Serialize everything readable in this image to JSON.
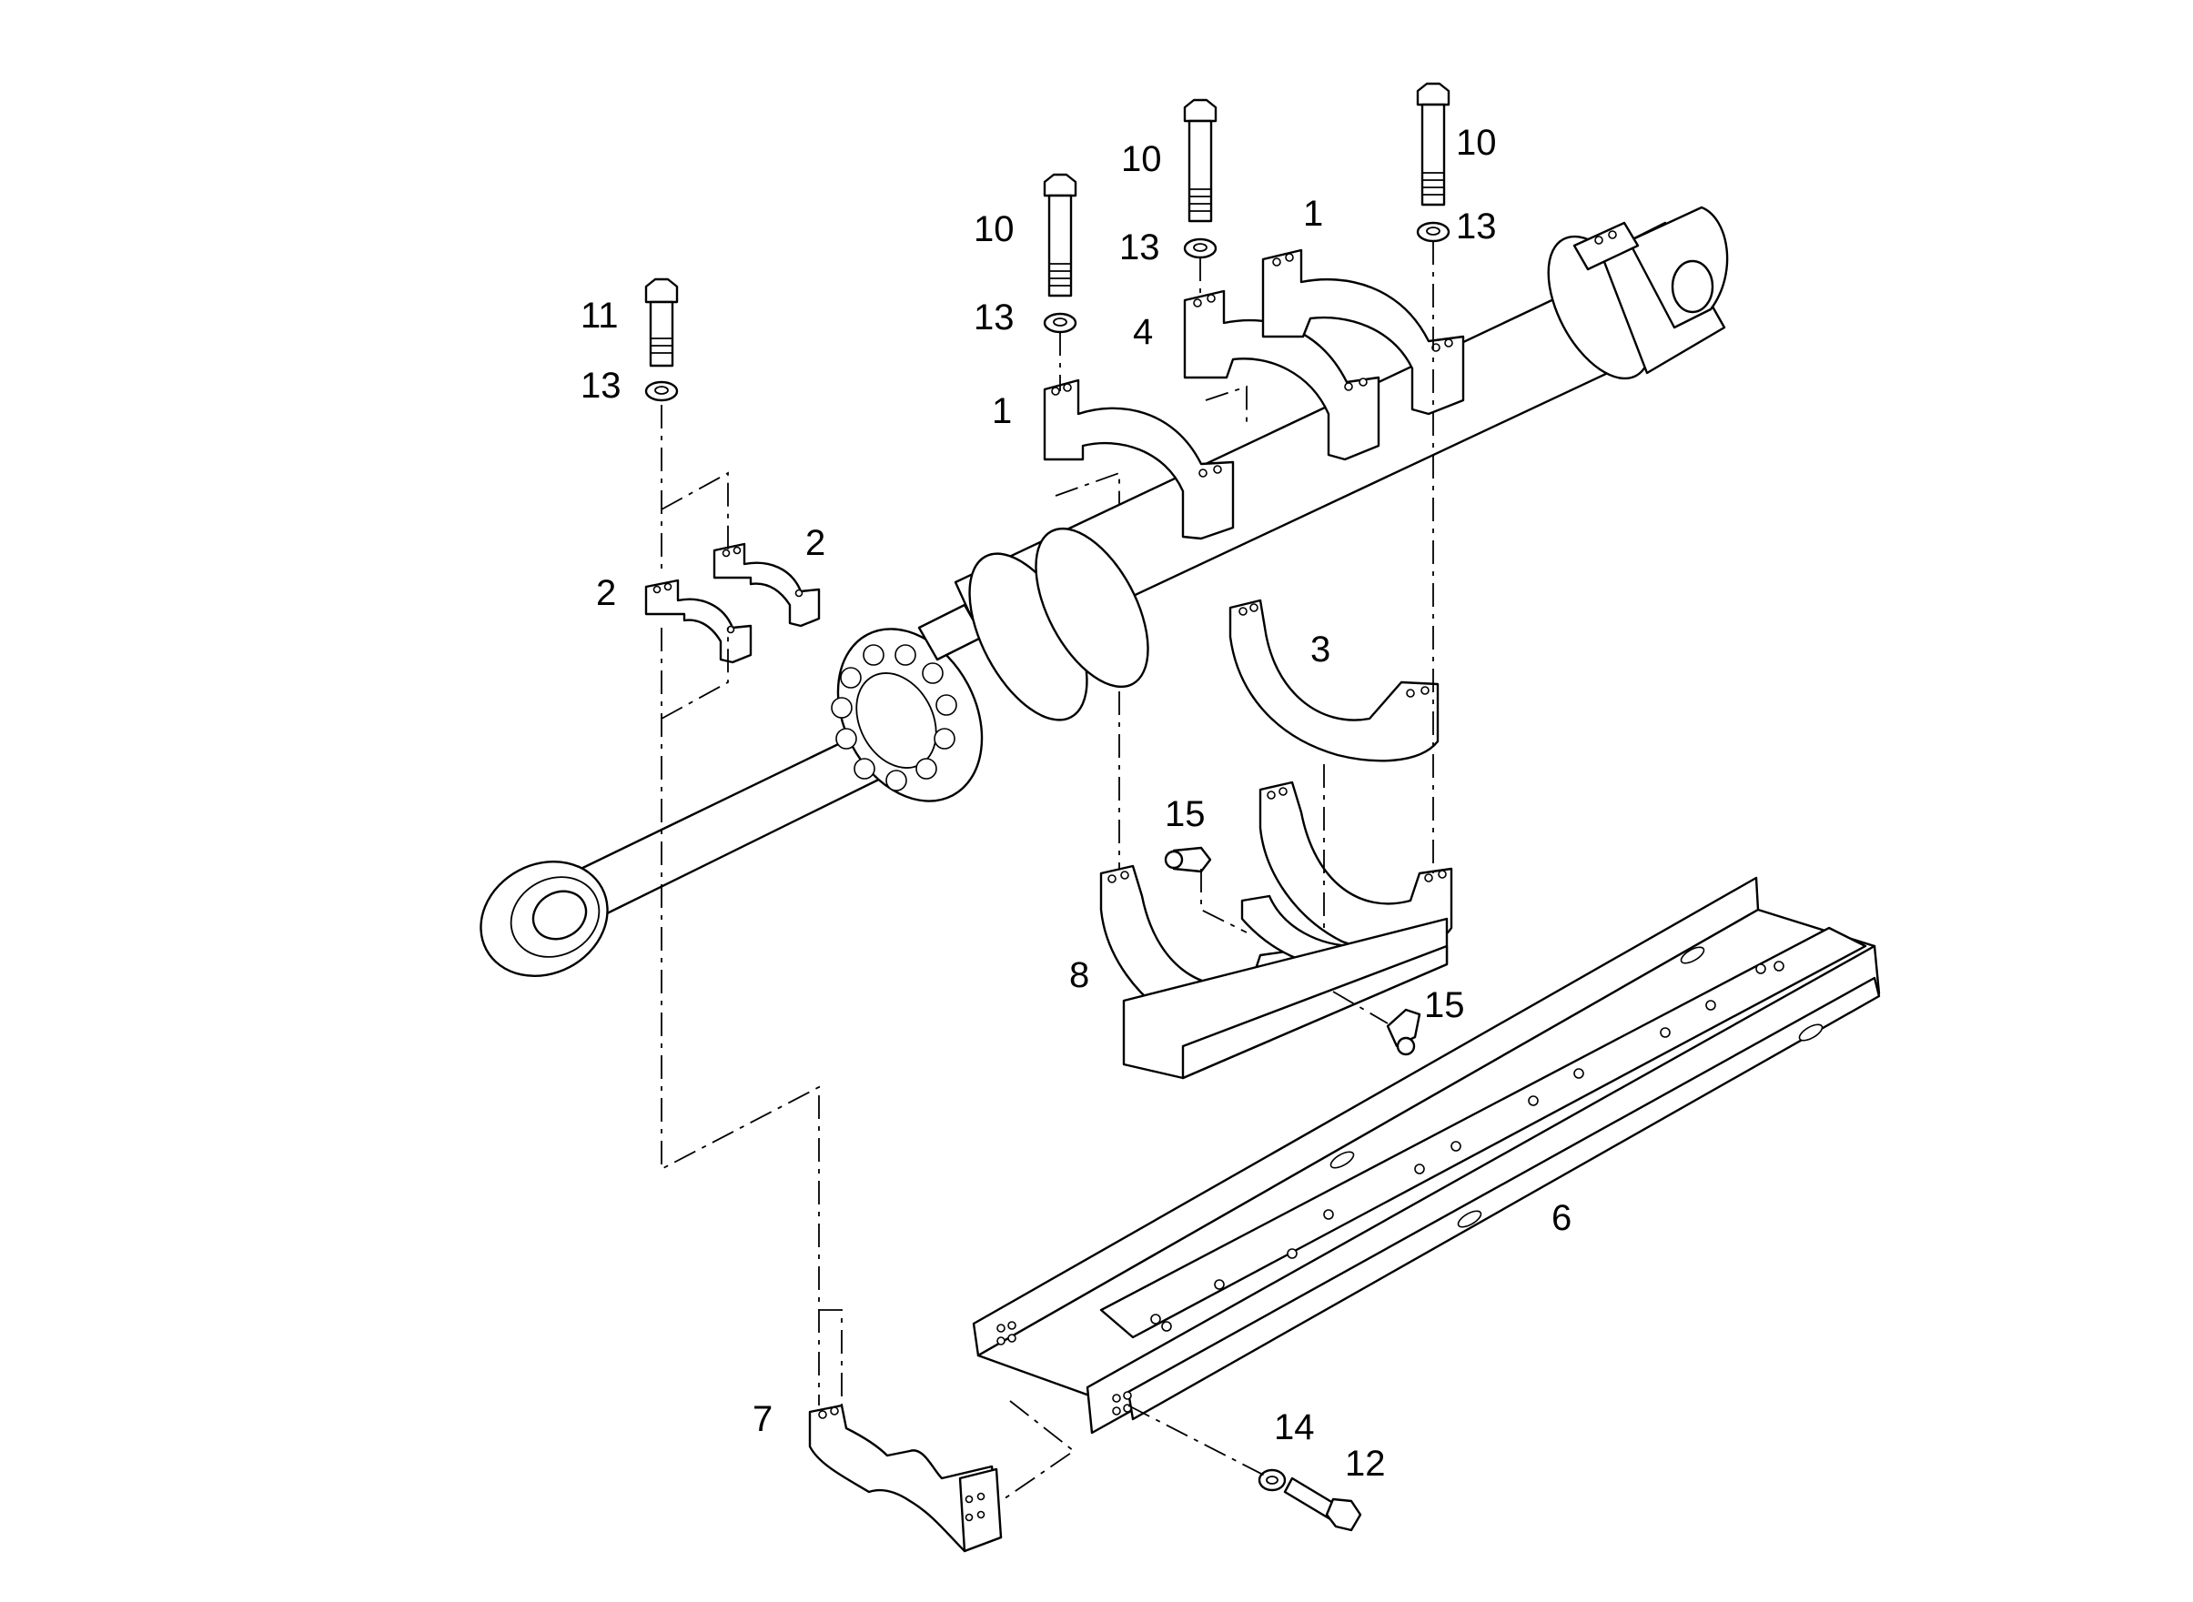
{
  "callouts": [
    {
      "key": "c1a",
      "label": "1"
    },
    {
      "key": "c1b",
      "label": "1"
    },
    {
      "key": "c2a",
      "label": "2"
    },
    {
      "key": "c2b",
      "label": "2"
    },
    {
      "key": "c3",
      "label": "3"
    },
    {
      "key": "c4",
      "label": "4"
    },
    {
      "key": "c6",
      "label": "6"
    },
    {
      "key": "c7",
      "label": "7"
    },
    {
      "key": "c8",
      "label": "8"
    },
    {
      "key": "c10a",
      "label": "10"
    },
    {
      "key": "c10b",
      "label": "10"
    },
    {
      "key": "c10c",
      "label": "10"
    },
    {
      "key": "c11",
      "label": "11"
    },
    {
      "key": "c12",
      "label": "12"
    },
    {
      "key": "c13a",
      "label": "13"
    },
    {
      "key": "c13b",
      "label": "13"
    },
    {
      "key": "c13c",
      "label": "13"
    },
    {
      "key": "c13d",
      "label": "13"
    },
    {
      "key": "c14",
      "label": "14"
    },
    {
      "key": "c15a",
      "label": "15"
    },
    {
      "key": "c15b",
      "label": "15"
    }
  ]
}
